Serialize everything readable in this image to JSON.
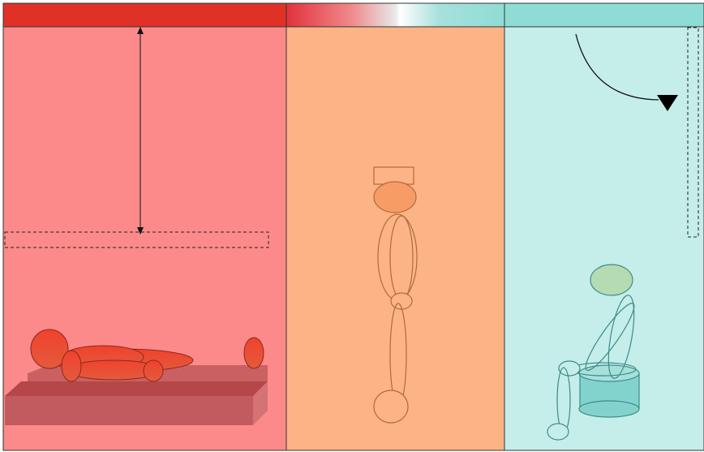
{
  "panels": [
    {
      "id": "lying",
      "header_color": "#e03127",
      "body_color": "#fd8a8a",
      "figure_color": "#e8432e"
    },
    {
      "id": "standing",
      "header_gradient": [
        "#e0323a",
        "#fbd3d3",
        "#ffffff",
        "#8fdcd6"
      ],
      "body_color": "#fcb385",
      "figure_color": "#f8a36d"
    },
    {
      "id": "sitting",
      "header_color": "#8fdcd6",
      "body_color": "#c5edea",
      "head_color": "#b5dbb2",
      "figure_color": "#3e8c86",
      "seat_color": "#82d2ce"
    }
  ],
  "annotations": {
    "vertical_arrow": "double-headed",
    "curved_arrow": "rotation",
    "guide_lines": "dashed"
  }
}
